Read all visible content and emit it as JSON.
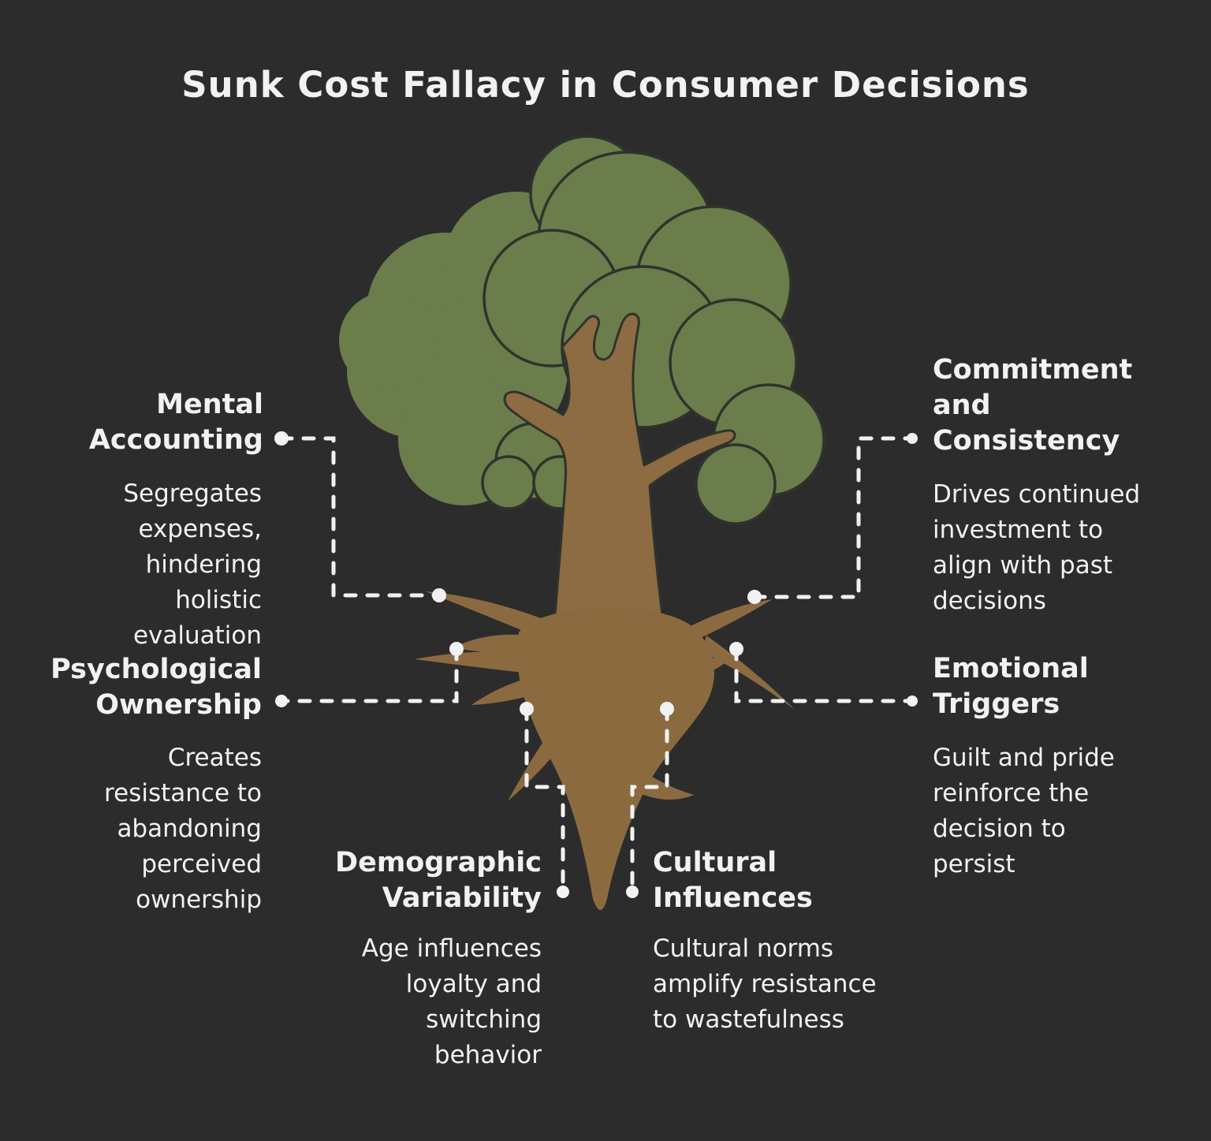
{
  "title": "Sunk Cost Fallacy in Consumer Decisions",
  "colors": {
    "background": "#2c2c2c",
    "text": "#f2f2f2",
    "foliage": "#6b7d4b",
    "foliage_outline": "#2f332c",
    "trunk": "#8d6b43",
    "roots": "#8c6a40",
    "connector": "#f2f2f2"
  },
  "illustration": "tree-with-exposed-roots",
  "sections": {
    "mental_accounting": {
      "heading": "Mental Accounting",
      "heading_lines": [
        "Mental",
        "Accounting"
      ],
      "description": "Segregates expenses, hindering holistic evaluation",
      "body_lines": [
        "Segregates",
        "expenses,",
        "hindering",
        "holistic",
        "evaluation"
      ]
    },
    "psychological_ownership": {
      "heading": "Psychological Ownership",
      "heading_lines": [
        "Psychological",
        "Ownership"
      ],
      "description": "Creates resistance to abandoning perceived ownership",
      "body_lines": [
        "Creates",
        "resistance to",
        "abandoning",
        "perceived",
        "ownership"
      ]
    },
    "commitment_consistency": {
      "heading": "Commitment and Consistency",
      "heading_lines": [
        "Commitment",
        "and",
        "Consistency"
      ],
      "description": "Drives continued investment to align with past decisions",
      "body_lines": [
        "Drives continued",
        "investment to",
        "align with past",
        "decisions"
      ]
    },
    "emotional_triggers": {
      "heading": "Emotional Triggers",
      "heading_lines": [
        "Emotional",
        "Triggers"
      ],
      "description": "Guilt and pride reinforce the decision to persist",
      "body_lines": [
        "Guilt and pride",
        "reinforce the",
        "decision to",
        "persist"
      ]
    },
    "demographic_variability": {
      "heading": "Demographic Variability",
      "heading_lines": [
        "Demographic",
        "Variability"
      ],
      "description": "Age influences loyalty and switching behavior",
      "body_lines": [
        "Age influences",
        "loyalty and",
        "switching",
        "behavior"
      ]
    },
    "cultural_influences": {
      "heading": "Cultural Influences",
      "heading_lines": [
        "Cultural",
        "Influences"
      ],
      "description": "Cultural norms amplify resistance to wastefulness",
      "body_lines": [
        "Cultural norms",
        "amplify resistance",
        "to wastefulness"
      ]
    }
  }
}
